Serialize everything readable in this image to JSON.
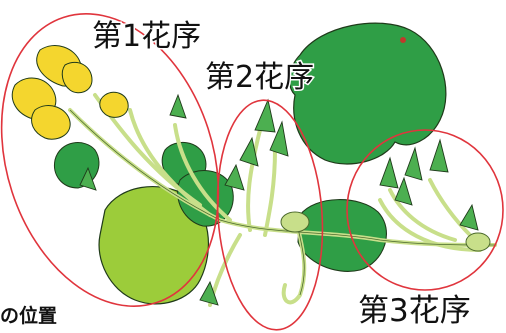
{
  "labels": {
    "inflorescence_1": "第1花序",
    "inflorescence_2": "第2花序",
    "inflorescence_3": "第3花序"
  },
  "caption": "の位置",
  "colors": {
    "leaf_dark": "#2f9e46",
    "leaf_light": "#9ccc3a",
    "stem": "#c8df8a",
    "bud": "#4caf50",
    "flower": "#f4d62e",
    "outline": "#1f3a1a",
    "ellipse": "#e0353d"
  }
}
